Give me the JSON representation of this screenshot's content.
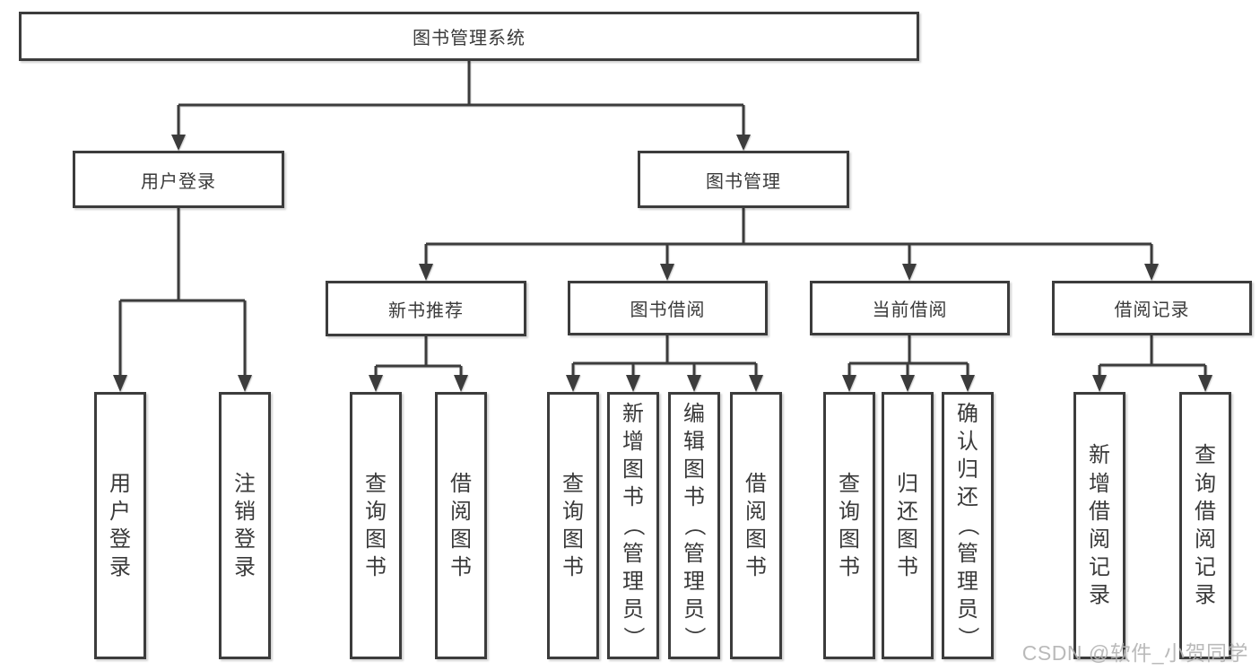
{
  "colors": {
    "line": "#3c3c3c",
    "text": "#3a3a3a",
    "watermark": "#b3b3b3",
    "background": "#ffffff"
  },
  "root": {
    "label": "图书管理系统"
  },
  "branches": [
    {
      "label": "用户登录"
    },
    {
      "label": "图书管理"
    }
  ],
  "modules": [
    {
      "label": "新书推荐"
    },
    {
      "label": "图书借阅"
    },
    {
      "label": "当前借阅"
    },
    {
      "label": "借阅记录"
    }
  ],
  "leaves": [
    {
      "label": "用户登录"
    },
    {
      "label": "注销登录"
    },
    {
      "label": "查询图书"
    },
    {
      "label": "借阅图书"
    },
    {
      "label": "查询图书"
    },
    {
      "label": "新增图书（管理员）"
    },
    {
      "label": "编辑图书（管理员）"
    },
    {
      "label": "借阅图书"
    },
    {
      "label": "查询图书"
    },
    {
      "label": "归还图书"
    },
    {
      "label": "确认归还（管理员）"
    },
    {
      "label": "新增借阅记录"
    },
    {
      "label": "查询借阅记录"
    }
  ],
  "watermark": {
    "text": "CSDN @软件_小贺同学"
  }
}
